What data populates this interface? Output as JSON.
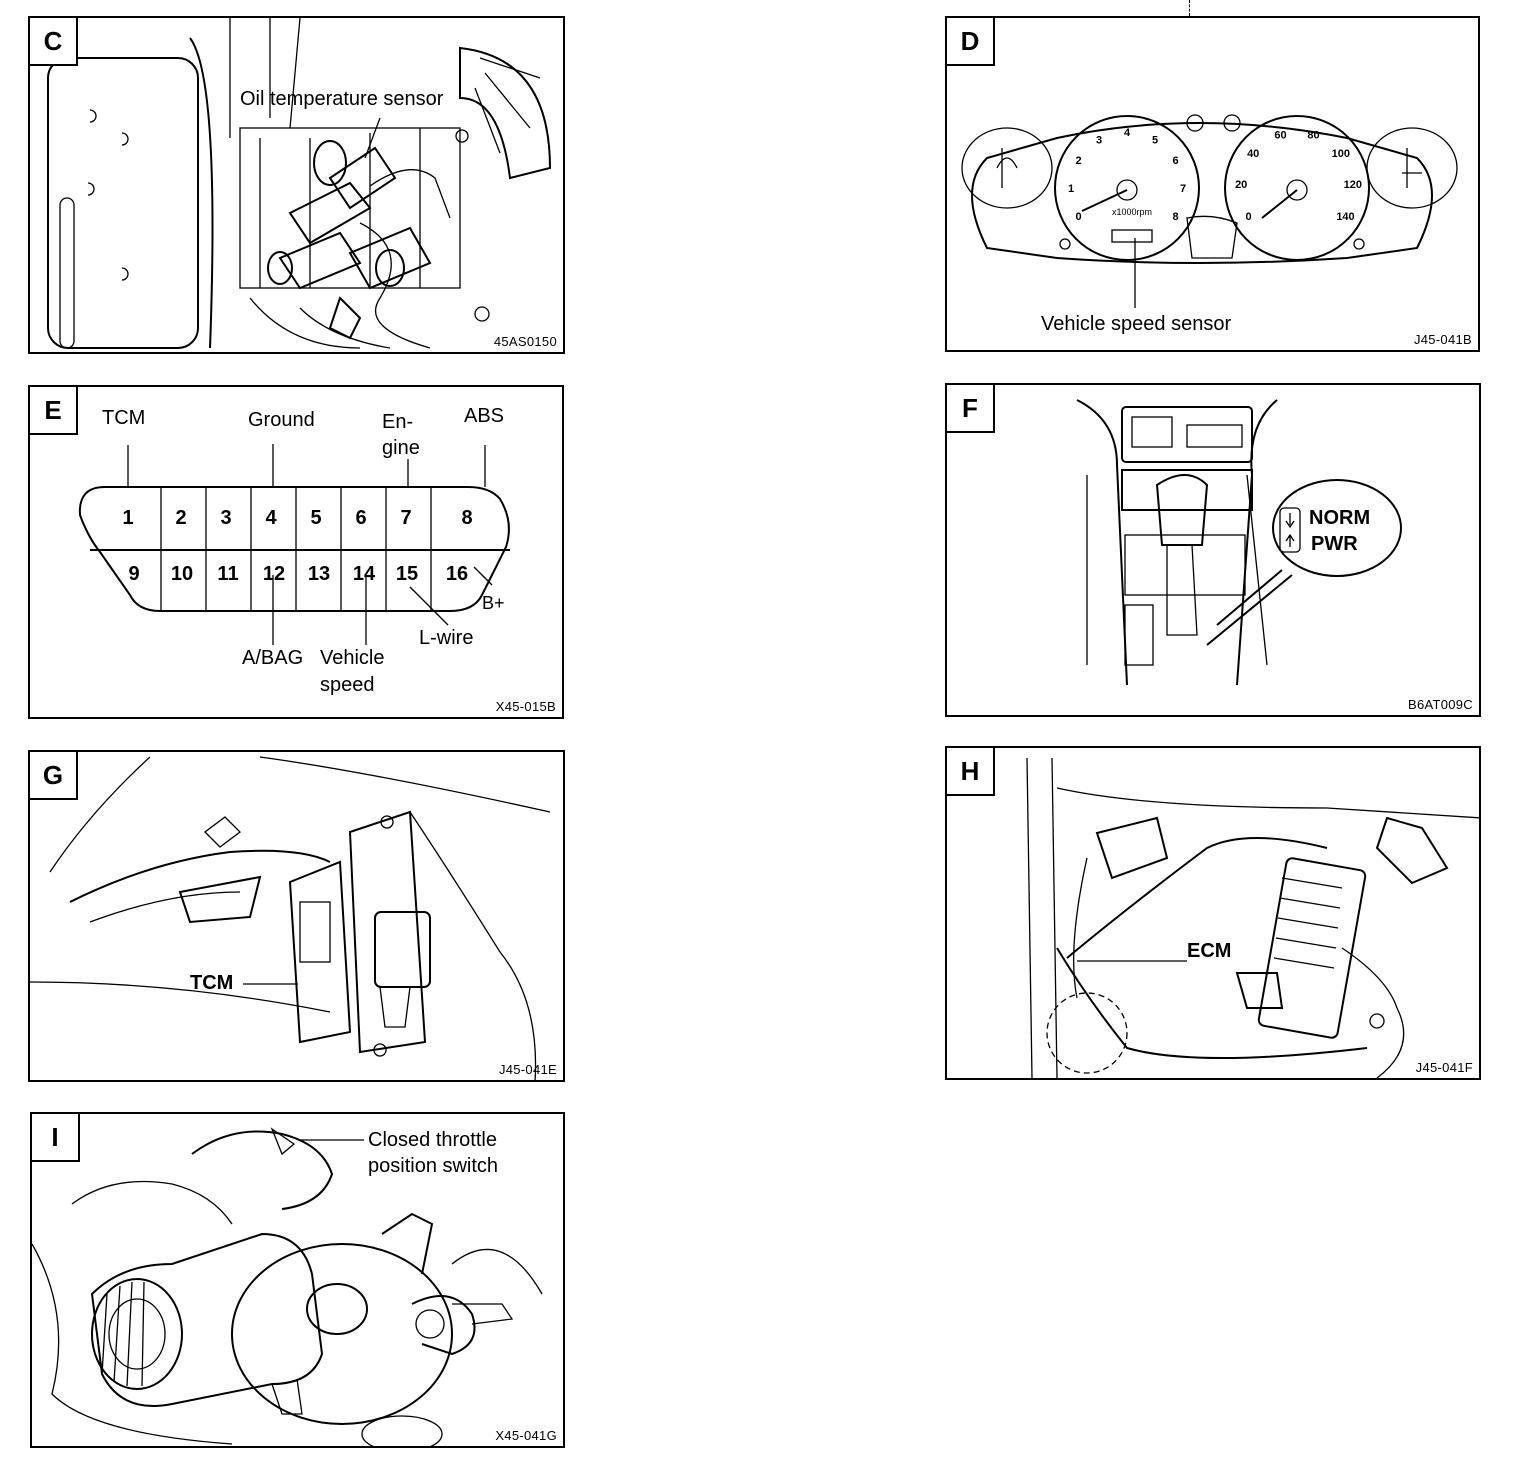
{
  "panels": {
    "c": {
      "letter": "C",
      "code": "45AS0150",
      "labels": {
        "oil_sensor": "Oil temperature sensor"
      }
    },
    "d": {
      "letter": "D",
      "code": "J45-041B",
      "labels": {
        "speed_sensor": "Vehicle speed sensor"
      },
      "gauge": {
        "rpm_unit": "x1000rpm",
        "rpm_ticks": [
          "0",
          "1",
          "2",
          "3",
          "4",
          "5",
          "6",
          "7",
          "8"
        ],
        "kmh_ticks": [
          "0",
          "20",
          "40",
          "60",
          "80",
          "100",
          "120",
          "140"
        ]
      }
    },
    "e": {
      "letter": "E",
      "code": "X45-015B",
      "labels": {
        "tcm": "TCM",
        "ground": "Ground",
        "engine_1": "En-",
        "engine_2": "gine",
        "abs": "ABS",
        "bplus": "B+",
        "lwire": "L-wire",
        "abag": "A/BAG",
        "vehicle_speed_1": "Vehicle",
        "vehicle_speed_2": "speed"
      },
      "pins_top": [
        "1",
        "2",
        "3",
        "4",
        "5",
        "6",
        "7",
        "8"
      ],
      "pins_bottom": [
        "9",
        "10",
        "11",
        "12",
        "13",
        "14",
        "15",
        "16"
      ]
    },
    "f": {
      "letter": "F",
      "code": "B6AT009C",
      "labels": {
        "norm": "NORM",
        "pwr": "PWR"
      }
    },
    "g": {
      "letter": "G",
      "code": "J45-041E",
      "labels": {
        "tcm": "TCM"
      }
    },
    "h": {
      "letter": "H",
      "code": "J45-041F",
      "labels": {
        "ecm": "ECM"
      }
    },
    "i": {
      "letter": "I",
      "code": "X45-041G",
      "labels": {
        "switch_1": "Closed throttle",
        "switch_2": "position switch"
      }
    }
  }
}
